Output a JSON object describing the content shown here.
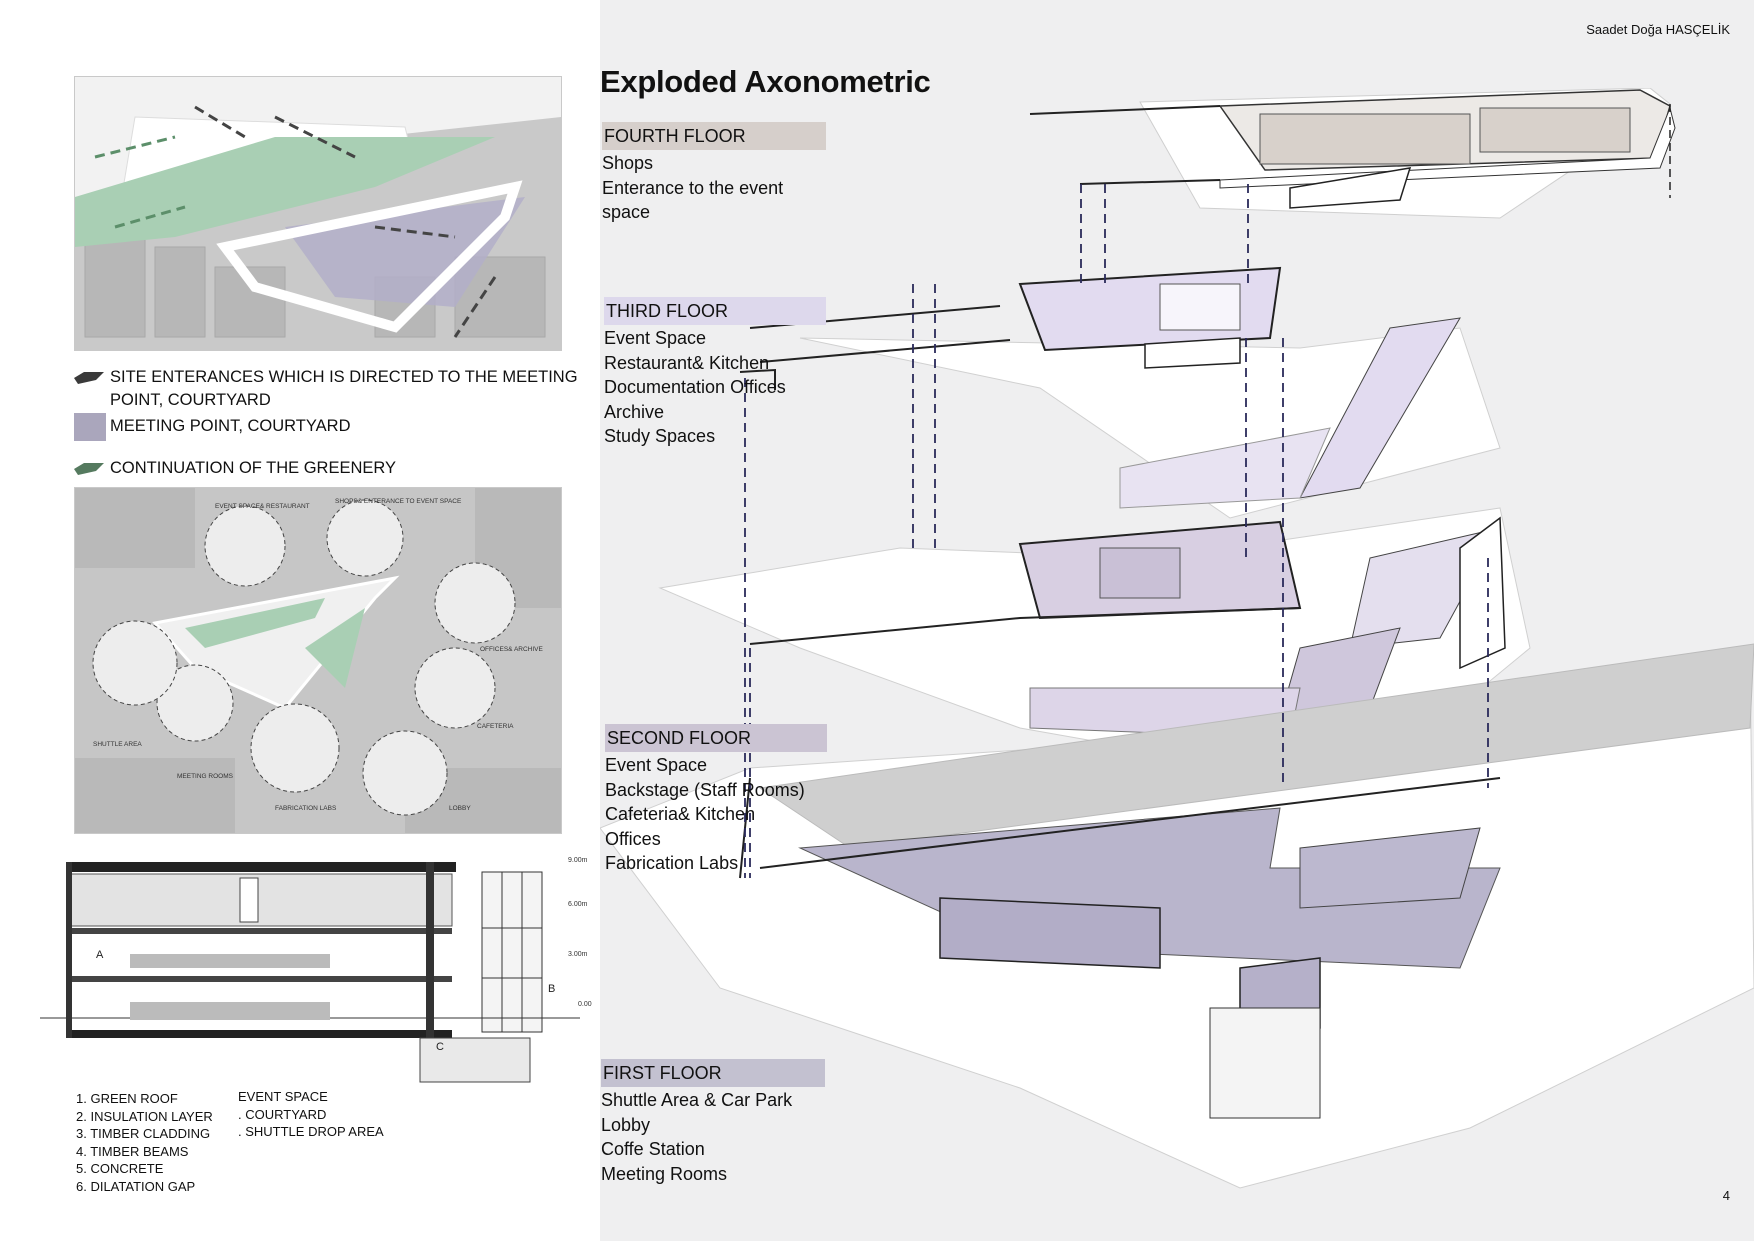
{
  "author": "Saadet Doğa HASÇELİK",
  "page_number": "4",
  "title": "Exploded Axonometric",
  "floors": [
    {
      "header": "FOURTH FLOOR",
      "color": "#d6cfcb",
      "items": [
        "Shops",
        "Enterance to the event",
        "space"
      ]
    },
    {
      "header": "THIRD FLOOR",
      "color": "#ddd8ec",
      "items": [
        "Event Space",
        "Restaurant& Kitchen",
        "Documentation Offices",
        "Archive",
        "Study Spaces"
      ]
    },
    {
      "header": "SECOND FLOOR",
      "color": "#cbc4d3",
      "items": [
        "Event Space",
        "Backstage (Staff Rooms)",
        "Cafeteria& Kitchen",
        "Offices",
        "Fabrication Labs"
      ]
    },
    {
      "header": "FIRST FLOOR",
      "color": "#c3c1d0",
      "items": [
        "Shuttle Area & Car Park",
        "Lobby",
        "Coffe Station",
        "Meeting Rooms"
      ]
    }
  ],
  "legend": [
    {
      "text_line1": "SITE ENTERANCES WHICH IS DIRECTED TO THE MEETING",
      "text_line2": "POINT, COURTYARD",
      "icon": "arrow-icon-dark"
    },
    {
      "text_line1": "MEETING POINT, COURTYARD",
      "text_line2": "",
      "icon": "swatch-purple"
    },
    {
      "text_line1": "CONTINUATION OF THE GREENERY",
      "text_line2": "",
      "icon": "arrow-icon-green"
    }
  ],
  "bubble_labels": {
    "event_space": "EVENT SPACE& RESTAURANT",
    "shops": "SHOPS& ENTERANCE TO EVENT SPACE",
    "offices": "OFFICES& ARCHIVE",
    "cafeteria": "CAFETERIA",
    "lobby": "LOBBY",
    "fabrication": "FABRICATION LABS",
    "meeting": "MEETING ROOMS",
    "shuttle": "SHUTTLE AREA"
  },
  "section_labels": {
    "a": "A",
    "b": "B",
    "c": "C",
    "lvl1": "9.00m",
    "lvl2": "6.00m",
    "lvl3": "3.00m",
    "lvl4": "0.00"
  },
  "notes_left": [
    "1. GREEN ROOF",
    "2. INSULATION LAYER",
    "3. TIMBER CLADDING",
    "4. TIMBER BEAMS",
    "5. CONCRETE",
    "6. DILATATION GAP"
  ],
  "notes_right": [
    "EVENT SPACE",
    ". COURTYARD",
    ". SHUTTLE DROP AREA"
  ],
  "colors": {
    "green": "#a9cfb4",
    "purple": "#b9b3cc",
    "lilac": "#d9d2ea",
    "dark": "#3a3a3a"
  }
}
